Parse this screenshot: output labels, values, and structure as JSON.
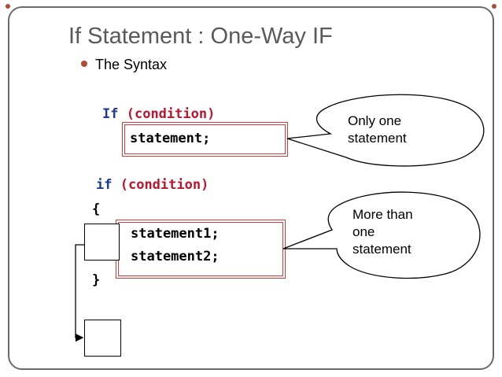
{
  "slide": {
    "title": "If Statement : One-Way IF",
    "bullet": "The Syntax"
  },
  "code": {
    "example1": {
      "keyword": "If",
      "condition": "(condition)",
      "statement": "statement;"
    },
    "example2": {
      "keyword": "if",
      "condition": "(condition)",
      "open_brace": "{",
      "statement1": "statement1;",
      "statement2": "statement2;",
      "close_brace": "}"
    }
  },
  "callouts": {
    "one": {
      "line1": "Only one",
      "line2": "statement"
    },
    "many": {
      "line1": "More than",
      "line2": "one",
      "line3": "statement"
    }
  },
  "colors": {
    "keyword": "#1f3a93",
    "condition": "#c0142e",
    "highlight_box": "#d83a3a",
    "bullet": "#b04a38"
  }
}
